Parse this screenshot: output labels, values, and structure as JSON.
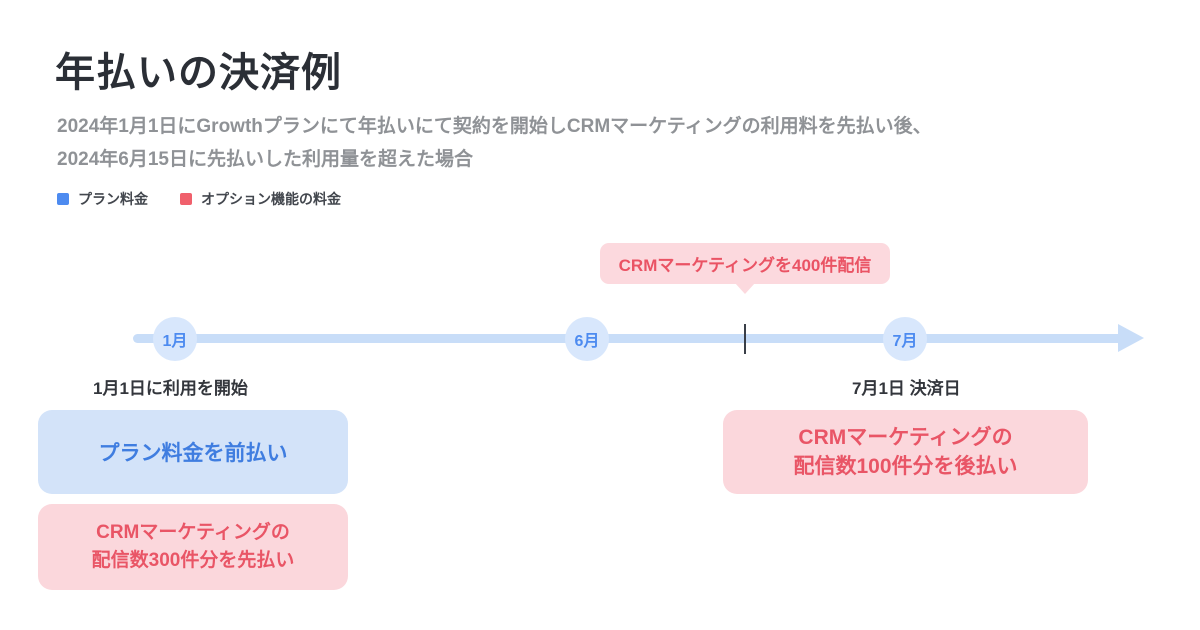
{
  "page": {
    "title": "年払いの決済例",
    "description_line1": "2024年1月1日にGrowthプランにて年払いにて契約を開始しCRMマーケティングの利用料を先払い後、",
    "description_line2": "2024年6月15日に先払いした利用量を超えた場合"
  },
  "legend": {
    "items": [
      {
        "label": "プラン料金",
        "color": "#4d8bf0"
      },
      {
        "label": "オプション機能の料金",
        "color": "#f0606c"
      }
    ]
  },
  "timeline": {
    "milestones": [
      {
        "label": "1月"
      },
      {
        "label": "6月"
      },
      {
        "label": "7月"
      }
    ],
    "callout": "CRMマーケティングを400件配信",
    "start_note": "1月1日に利用を開始",
    "settlement_note": "7月1日 決済日"
  },
  "cards": {
    "plan_prepaid": "プラン料金を前払い",
    "option_prepaid_line1": "CRMマーケティングの",
    "option_prepaid_line2": "配信数300件分を先払い",
    "option_postpaid_line1": "CRMマーケティングの",
    "option_postpaid_line2": "配信数100件分を後払い"
  },
  "colors": {
    "plan_accent": "#4d8bf0",
    "plan_bg": "#d3e3f9",
    "option_accent": "#e95566",
    "option_bg": "#fbd7dc",
    "timeline_line": "#c8ddf8"
  }
}
